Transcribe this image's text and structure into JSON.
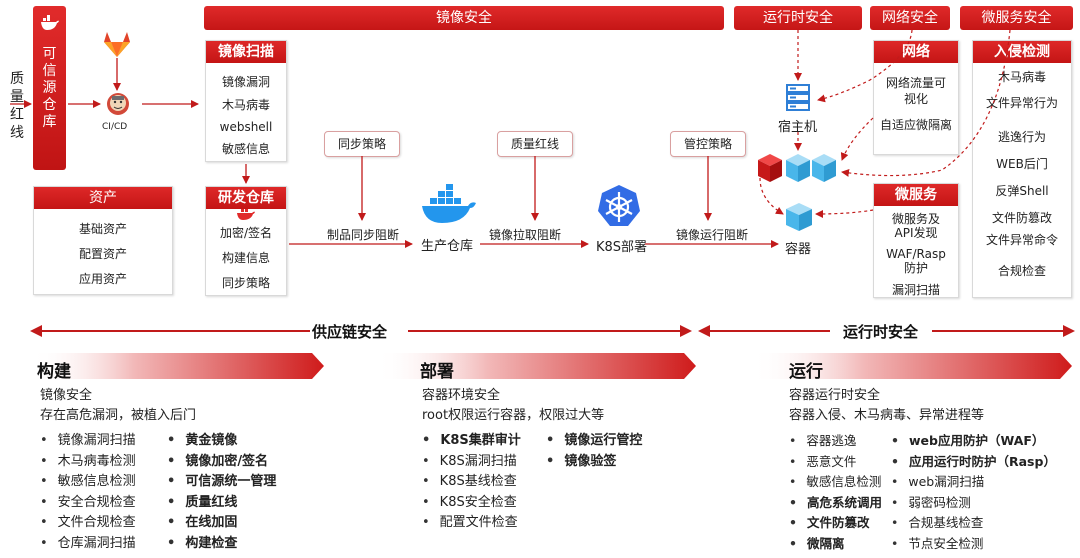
{
  "top_sections": {
    "image_security": "镜像安全",
    "runtime_security": "运行时安全",
    "network_security": "网络安全",
    "microservice_security": "微服务安全"
  },
  "left": {
    "quality_redline": "质量红线",
    "trusted_repo": "可信源仓库",
    "cicd": "CI/CD"
  },
  "image_scan": {
    "title": "镜像扫描",
    "items": [
      "镜像漏洞",
      "木马病毒",
      "webshell",
      "敏感信息"
    ]
  },
  "assets": {
    "title": "资产",
    "items": [
      "基础资产",
      "配置资产",
      "应用资产"
    ]
  },
  "dev_repo": {
    "title": "研发仓库",
    "items": [
      "加密/签名",
      "构建信息",
      "同步策略"
    ]
  },
  "policies": {
    "sync": "同步策略",
    "quality": "质量红线",
    "control": "管控策略"
  },
  "flow": {
    "artifact_block": "制品同步阻断",
    "prod_repo": "生产仓库",
    "pull_block": "镜像拉取阻断",
    "k8s_deploy": "K8S部署",
    "run_block": "镜像运行阻断",
    "host": "宿主机",
    "container": "容器"
  },
  "network": {
    "title": "网络",
    "items": [
      "网络流量可视化",
      "自适应微隔离"
    ]
  },
  "microservice": {
    "title": "微服务",
    "items": [
      "微服务及API发现",
      "WAF/Rasp防护",
      "漏洞扫描"
    ]
  },
  "intrusion": {
    "title": "入侵检测",
    "items": [
      "木马病毒",
      "文件异常行为",
      "逃逸行为",
      "WEB后门",
      "反弹Shell",
      "文件防篡改",
      "文件异常命令",
      "合规检查"
    ]
  },
  "spans": {
    "supply_chain": "供应链安全",
    "runtime": "运行时安全"
  },
  "stages": [
    {
      "title": "构建",
      "line1": "镜像安全",
      "line2": "存在高危漏洞，被植入后门",
      "col1": [
        "镜像漏洞扫描",
        "木马病毒检测",
        "敏感信息检测",
        "安全合规检查",
        "文件合规检查",
        "仓库漏洞扫描"
      ],
      "col2": [
        "黄金镜像",
        "镜像加密/签名",
        "可信源统一管理",
        "质量红线",
        "在线加固",
        "构建检查"
      ]
    },
    {
      "title": "部署",
      "line1": "容器环境安全",
      "line2": "root权限运行容器，权限过大等",
      "col1": [
        "K8S集群审计",
        "K8S漏洞扫描",
        "K8S基线检查",
        "K8S安全检查",
        "配置文件检查"
      ],
      "col2": [
        "镜像运行管控",
        "镜像验签"
      ]
    },
    {
      "title": "运行",
      "line1": "容器运行时安全",
      "line2": "容器入侵、木马病毒、异常进程等",
      "col1": [
        "容器逃逸",
        "恶意文件",
        "敏感信息检测",
        "高危系统调用",
        "文件防篡改",
        "微隔离"
      ],
      "col2": [
        "web应用防护（WAF）",
        "应用运行时防护（Rasp）",
        "web漏洞扫描",
        "弱密码检测",
        "合规基线检查",
        "节点安全检测"
      ]
    }
  ],
  "colors": {
    "brand_red": "#d41f1f",
    "dark_red": "#b31414",
    "docker_blue": "#2396ed",
    "k8s_blue": "#326ce5",
    "cube_blue": "#49b6ea"
  }
}
